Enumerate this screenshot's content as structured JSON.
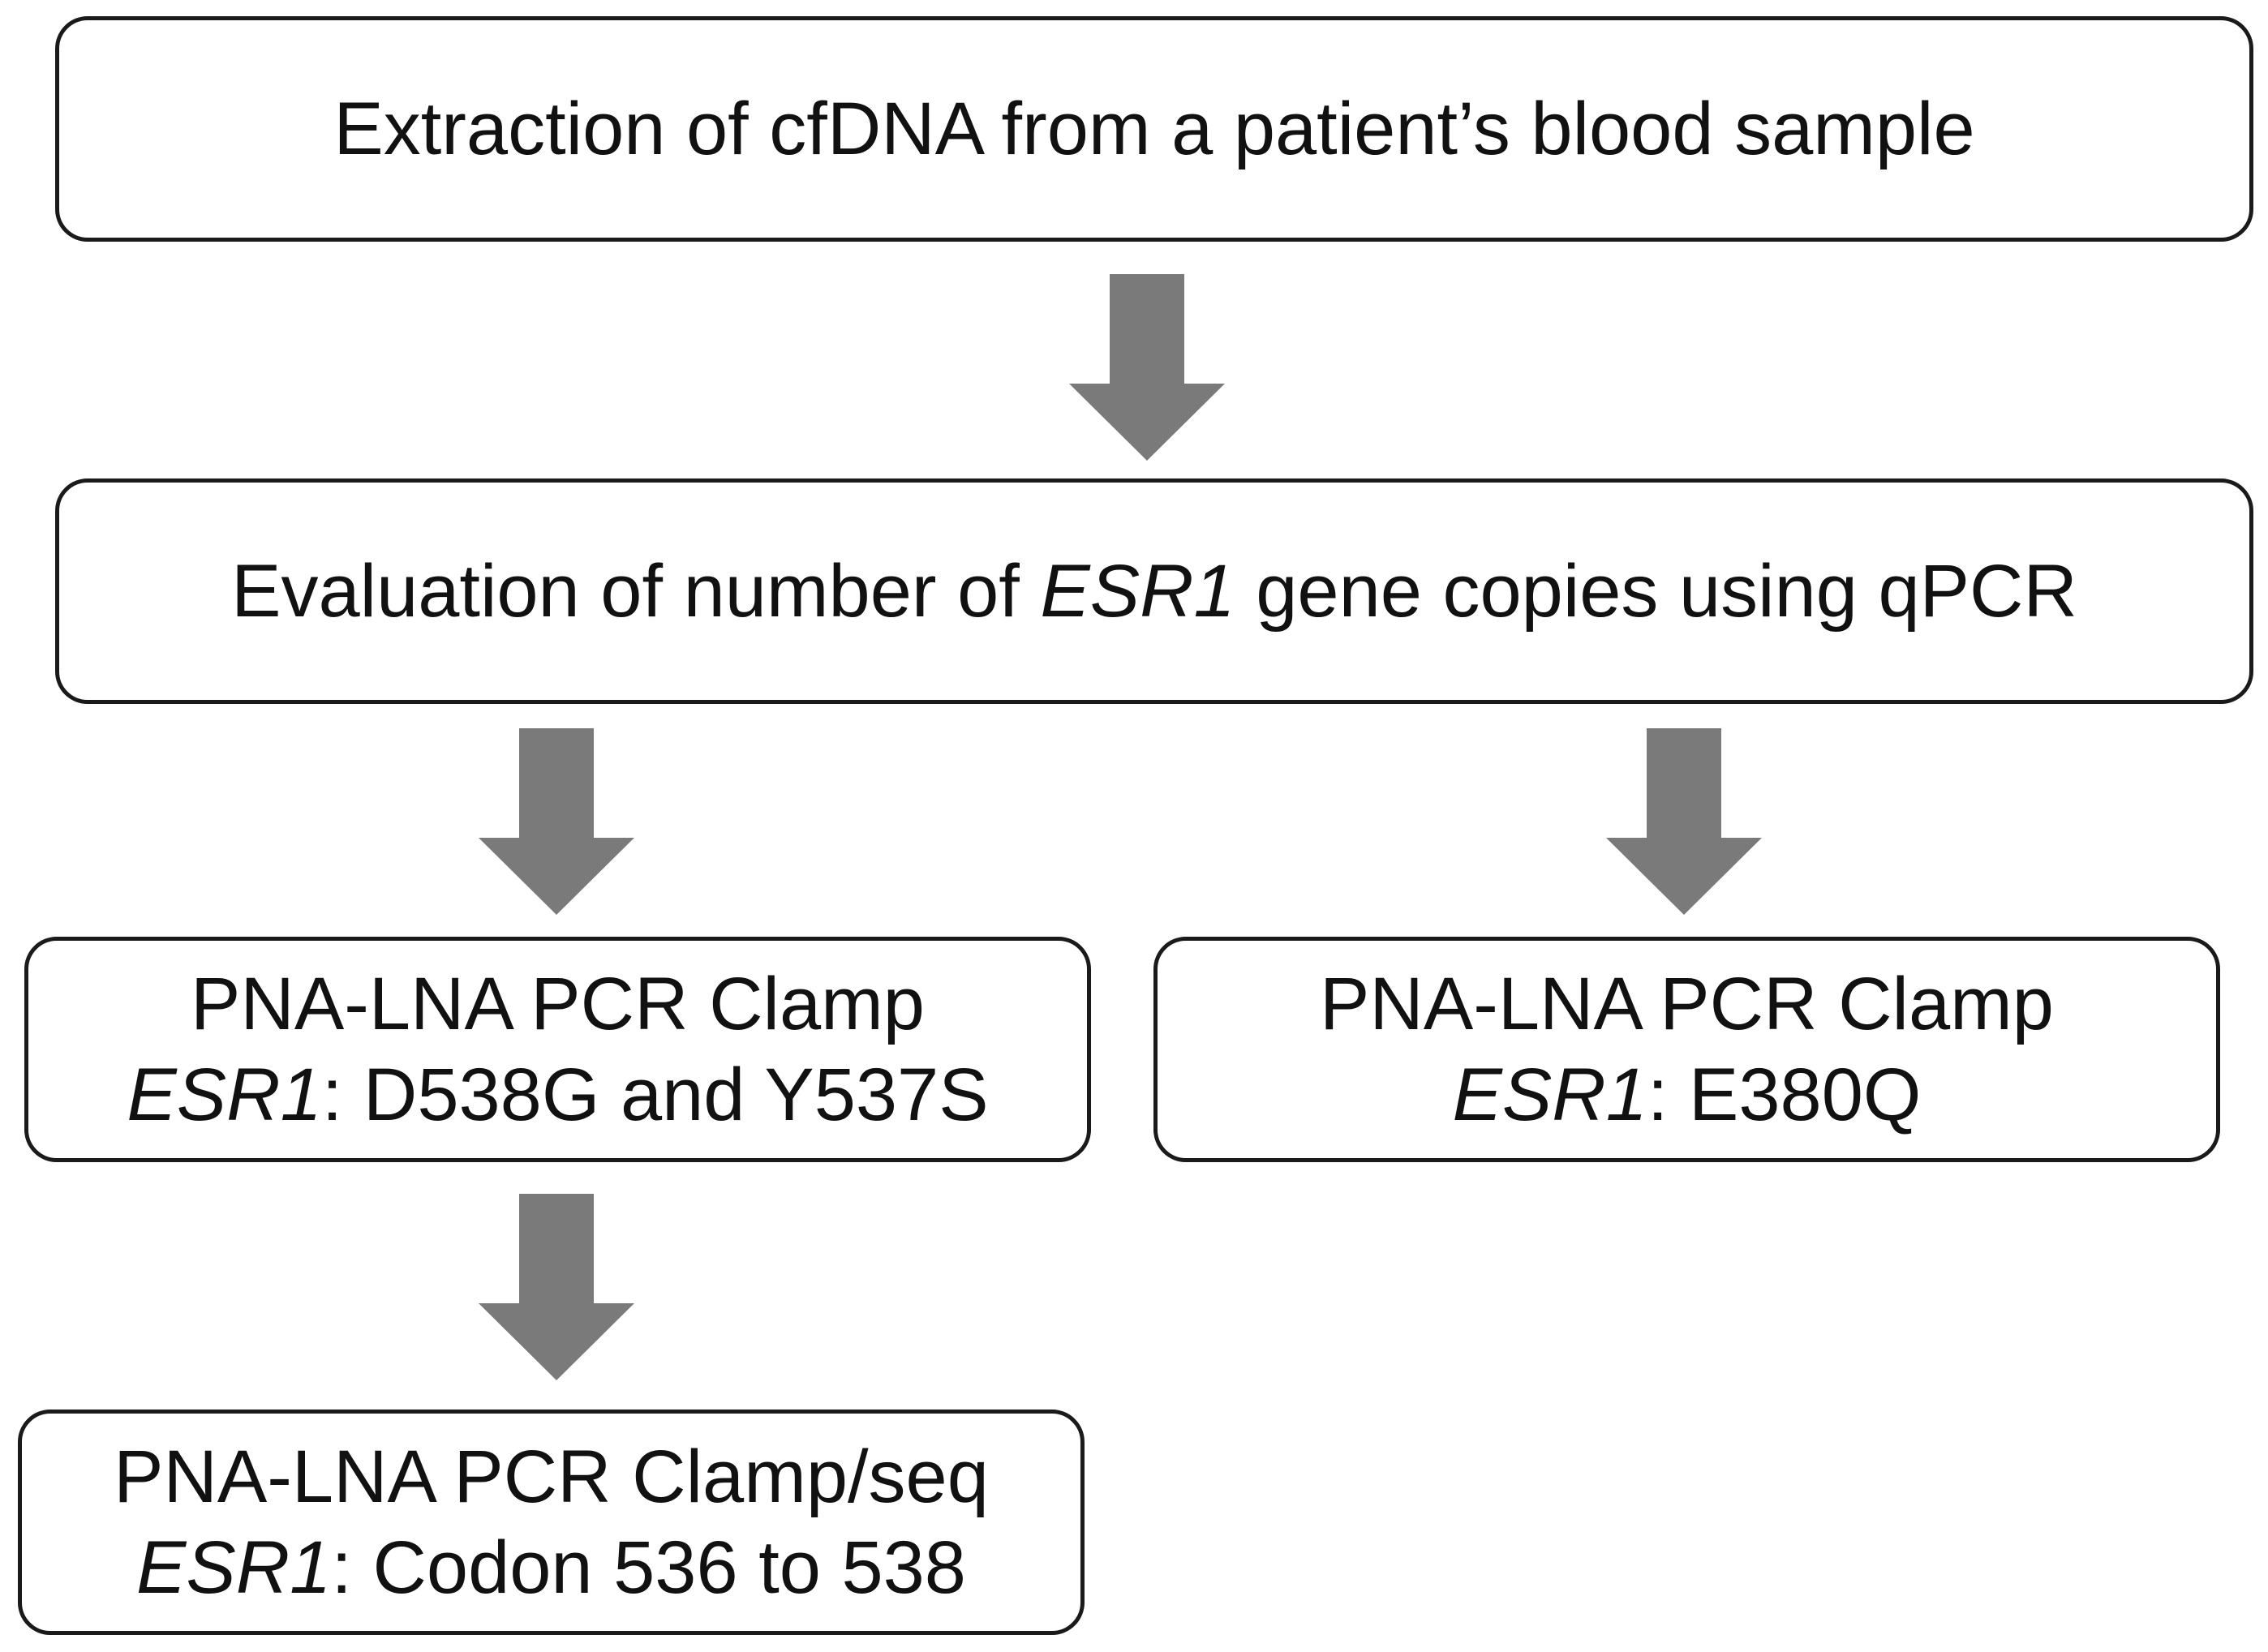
{
  "diagram": {
    "step1": {
      "text": "Extraction of cfDNA from a patient’s blood sample"
    },
    "step2": {
      "prefix": "Evaluation of number of ",
      "gene": "ESR1",
      "suffix": " gene copies using qPCR"
    },
    "step3_left": {
      "line1": "PNA-LNA PCR Clamp",
      "gene": "ESR1",
      "line2_rest": ": D538G and Y537S"
    },
    "step3_right": {
      "line1": "PNA-LNA PCR Clamp",
      "gene": "ESR1",
      "line2_rest": ": E380Q"
    },
    "step4_left": {
      "line1": "PNA-LNA PCR Clamp/seq",
      "gene": "ESR1",
      "line2_rest": ": Codon 536 to 538"
    },
    "colors": {
      "arrow": "#7a7a7a",
      "border": "#1a1a1a",
      "text": "#111111"
    }
  }
}
